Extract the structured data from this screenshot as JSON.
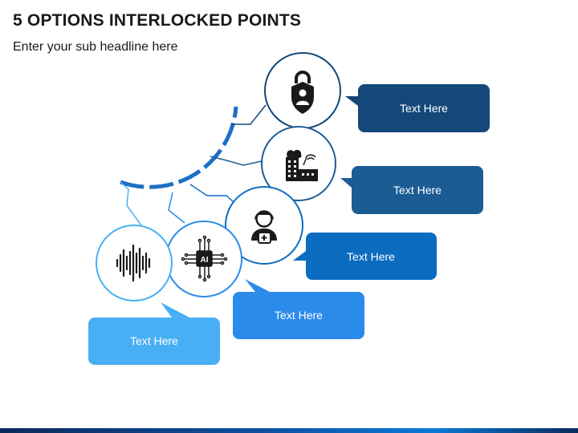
{
  "header": {
    "title": "5 OPTIONS INTERLOCKED POINTS",
    "subtitle": "Enter your sub headline here"
  },
  "colors": {
    "navy": "#134879",
    "dark_blue": "#1c5c94",
    "medium_blue": "#0b6cc0",
    "bright_blue": "#2b8bea",
    "light_blue": "#48aff5"
  },
  "options": [
    {
      "icon": "shield-lock-user-icon",
      "label": "Text Here"
    },
    {
      "icon": "smart-factory-icon",
      "label": "Text Here"
    },
    {
      "icon": "doctor-icon",
      "label": "Text Here"
    },
    {
      "icon": "ai-chip-icon",
      "label": "Text Here"
    },
    {
      "icon": "sound-wave-icon",
      "label": "Text Here"
    }
  ]
}
